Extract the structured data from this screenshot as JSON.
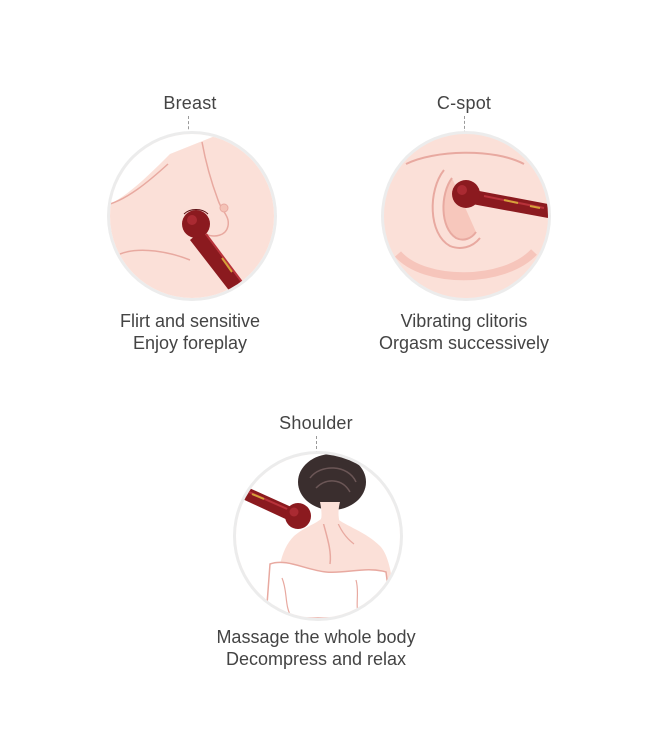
{
  "zones": [
    {
      "label": "Breast",
      "illustration": "breast-illustration",
      "caption_line1": "Flirt and sensitive",
      "caption_line2": "Enjoy foreplay"
    },
    {
      "label": "C-spot",
      "illustration": "c-spot-illustration",
      "caption_line1": "Vibrating clitoris",
      "caption_line2": "Orgasm successively"
    },
    {
      "label": "Shoulder",
      "illustration": "shoulder-illustration",
      "caption_line1": "Massage the whole body",
      "caption_line2": "Decompress and relax"
    }
  ],
  "colors": {
    "skin": "#fbe0d8",
    "skin_line": "#e8a9a0",
    "device": "#8b1a1f",
    "device_highlight": "#b8323a",
    "gold": "#d6a23a",
    "hair": "#3a2e2e",
    "text": "#444444"
  }
}
